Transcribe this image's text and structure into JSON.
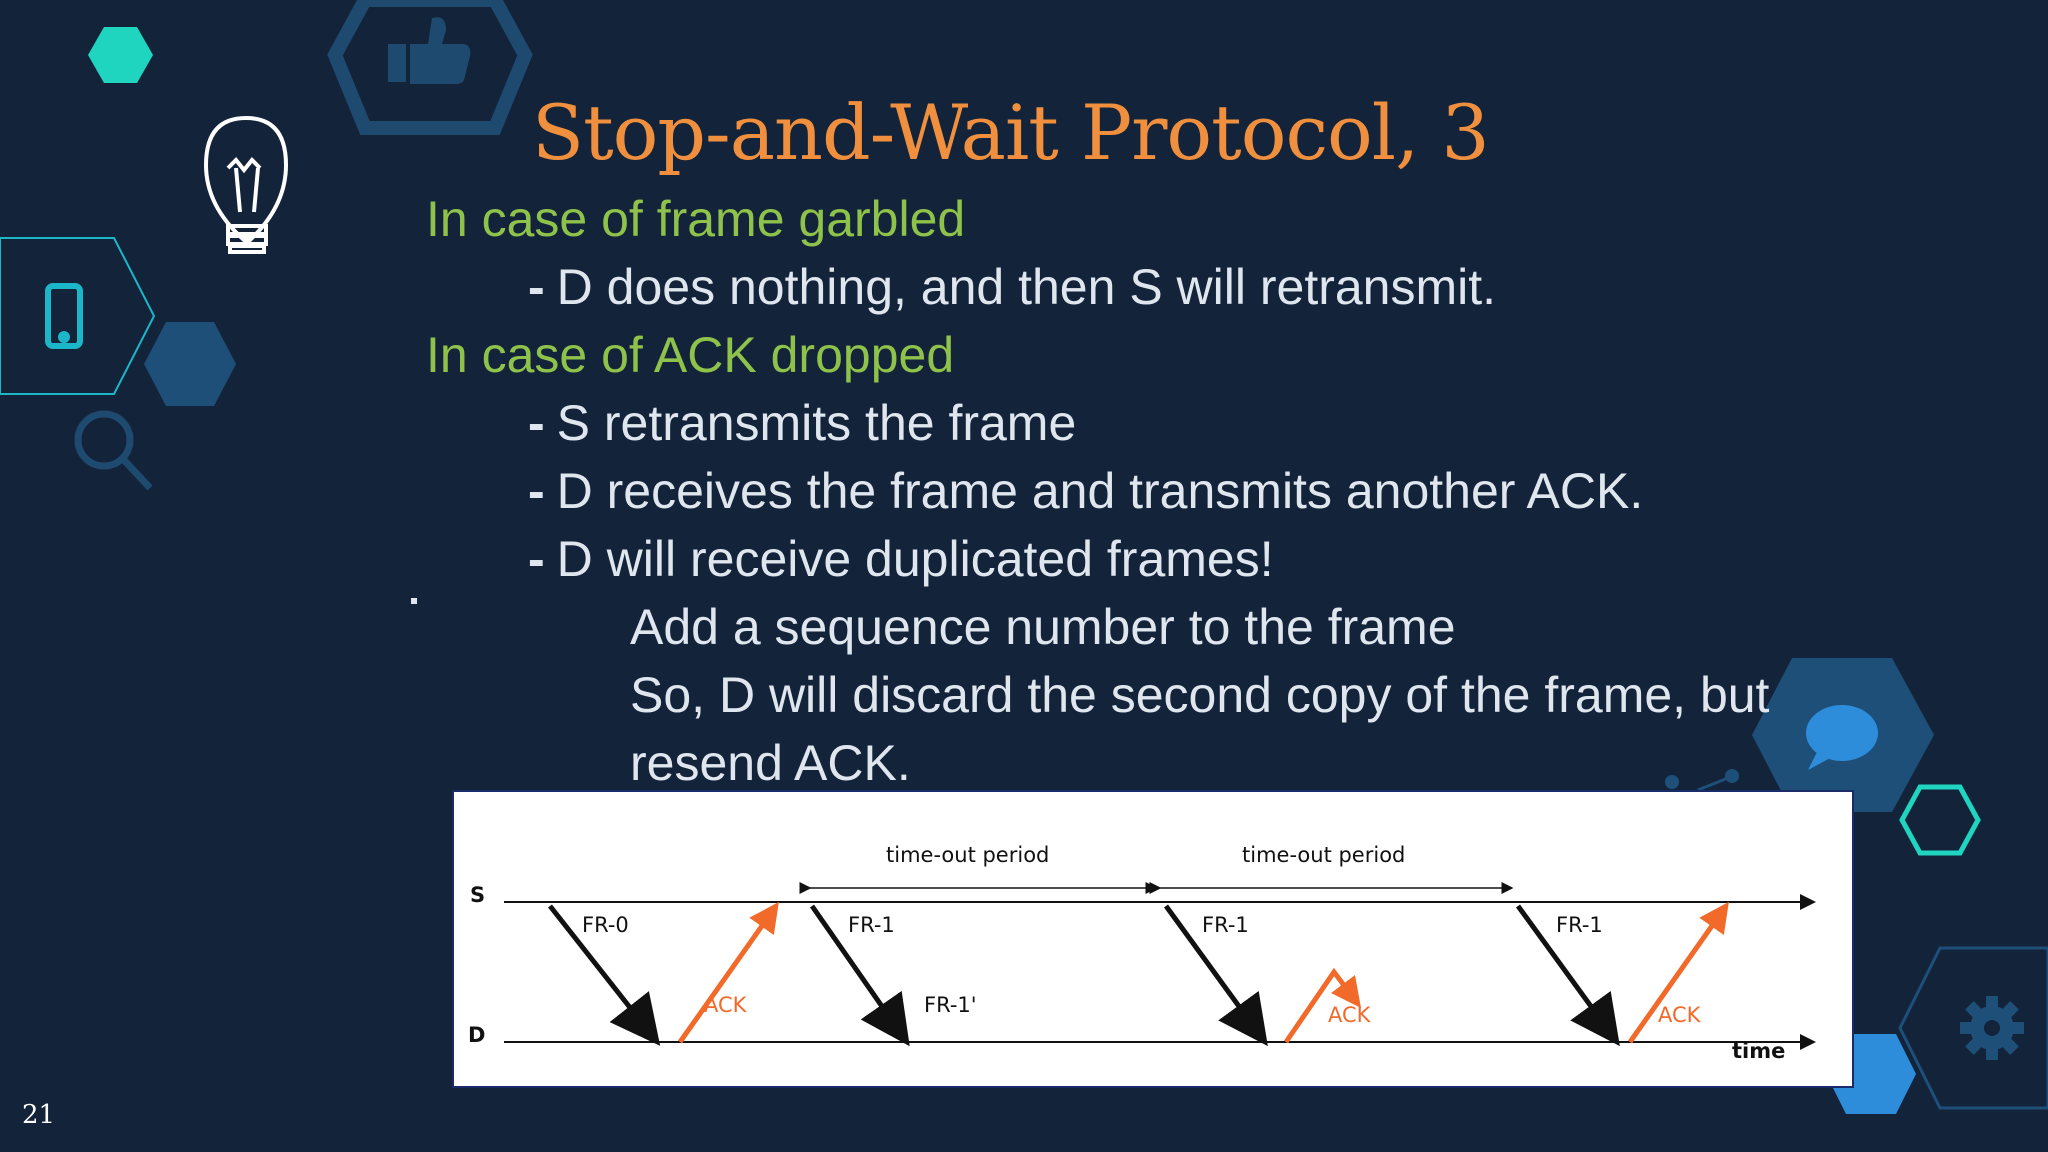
{
  "slide": {
    "title": "Stop-and-Wait Protocol, 3",
    "page_number": "21",
    "dash": "-",
    "lines": [
      {
        "text": "In case of frame garbled"
      },
      {
        "text": "D  does nothing, and then S  will retransmit."
      },
      {
        "text": "In case of ACK dropped"
      },
      {
        "text": "S  retransmits the frame"
      },
      {
        "text": "D  receives the frame and transmits another ACK."
      },
      {
        "text": "D  will receive duplicated frames!"
      },
      {
        "text": "Add a sequence number to the frame"
      },
      {
        "text": "So, D  will discard the second copy of the frame, but"
      },
      {
        "text": "resend ACK."
      }
    ]
  },
  "diagram": {
    "sender_label": "S",
    "receiver_label": "D",
    "time_label": "time",
    "timeout_labels": [
      "time-out period",
      "time-out period"
    ],
    "frames": [
      "FR-0",
      "FR-1",
      "FR-1'",
      "FR-1",
      "FR-1"
    ],
    "acks": [
      "ACK",
      "ACK",
      "ACK"
    ]
  },
  "colors": {
    "title": "#f0903e",
    "heading": "#8fc24a",
    "body_text": "#dfe6ee",
    "background": "#13233a",
    "ack_arrow": "#f26a2a"
  },
  "icons": [
    "thumbs-up-icon",
    "lightbulb-icon",
    "smartphone-icon",
    "magnifier-icon",
    "chat-bubble-icon",
    "gear-icon"
  ]
}
